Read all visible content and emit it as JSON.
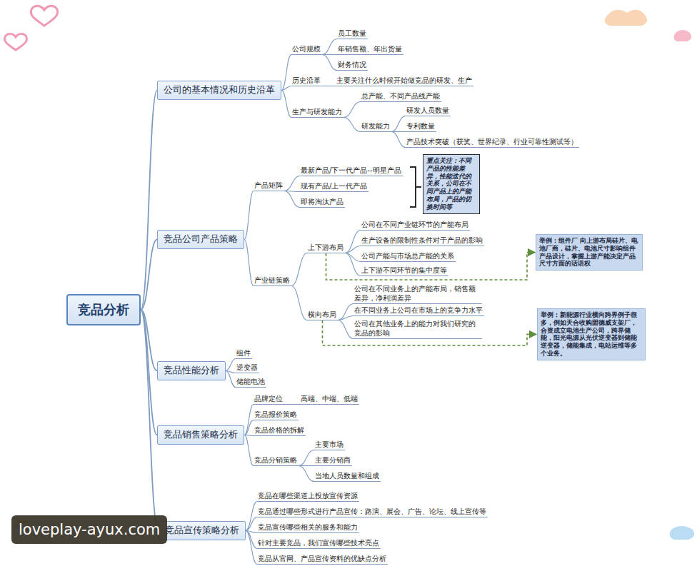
{
  "diagram": {
    "nodes": [
      {
        "text": [
          "竞品分析"
        ]
      },
      {
        "text": [
          "公司的基本情况和历史沿革"
        ]
      },
      {
        "text": [
          "公司规模"
        ]
      },
      {
        "text": [
          "员工数量"
        ]
      },
      {
        "text": [
          "年销售额、年出货量"
        ]
      },
      {
        "text": [
          "财务情况"
        ]
      },
      {
        "text": [
          "历史沿革"
        ]
      },
      {
        "text": [
          "主要关注什么时候开始做竞品的研发、生产"
        ]
      },
      {
        "text": [
          "生产与研发能力"
        ]
      },
      {
        "text": [
          "总产能、不同产品线产能"
        ]
      },
      {
        "text": [
          "研发能力"
        ]
      },
      {
        "text": [
          "研发人员数量"
        ]
      },
      {
        "text": [
          "专利数量"
        ]
      },
      {
        "text": [
          "产品技术突破（获奖、世界纪录、行业可靠性测试等）"
        ]
      },
      {
        "text": [
          "竞品公司产品策略"
        ]
      },
      {
        "text": [
          "产品矩阵"
        ]
      },
      {
        "text": [
          "最新产品/下一代产品--明星产品"
        ]
      },
      {
        "text": [
          "现有产品/上一代产品"
        ]
      },
      {
        "text": [
          "即将淘汰产品"
        ]
      },
      {
        "text": [
          "重点关注：不同产品的性能差异，性能迭代的关系，公司在不同产品上的产能布局，产品的切换时间等"
        ]
      },
      {
        "text": [
          "产业链策略"
        ]
      },
      {
        "text": [
          "上下游布局"
        ]
      },
      {
        "text": [
          "公司在不同产业链环节的产能布局"
        ]
      },
      {
        "text": [
          "生产设备的限制性条件对于产品的影响"
        ]
      },
      {
        "text": [
          "公司产能与市场总产能的关系"
        ]
      },
      {
        "text": [
          "上下游不同环节的集中度等"
        ]
      },
      {
        "text": [
          "举例：组件厂 向上游布局硅片、电池厂商，硅片、电池尺寸影响组件产品设计，掌握上游产能决定产品尺寸方面的话语权"
        ]
      },
      {
        "text": [
          "横向布局"
        ]
      },
      {
        "text": [
          "公司在不同业务上的产能布局，销售额差异，净利润差异"
        ]
      },
      {
        "text": [
          "在不同业务上公司在市场上的竞争力水平"
        ]
      },
      {
        "text": [
          "公司在其他业务上的能力对我们研究的竞品的影响"
        ]
      },
      {
        "text": [
          "举例：新能源行业横向跨界例子很多，例如天合收购固德威支架厂，合资成立电池生产公司，跨界储能，阳光电源从光伏逆变器到储能逆变器，储能集成，电站运维等多个业务。"
        ]
      },
      {
        "text": [
          "竞品性能分析"
        ]
      },
      {
        "text": [
          "组件"
        ]
      },
      {
        "text": [
          "逆变器"
        ]
      },
      {
        "text": [
          "储能电池"
        ]
      },
      {
        "text": [
          "竞品销售策略分析"
        ]
      },
      {
        "text": [
          "品牌定位"
        ]
      },
      {
        "text": [
          "高端、中端、低端"
        ]
      },
      {
        "text": [
          "竞品报价策略"
        ]
      },
      {
        "text": [
          "竞品价格的拆解"
        ]
      },
      {
        "text": [
          "竞品分销策略"
        ]
      },
      {
        "text": [
          "主要市场"
        ]
      },
      {
        "text": [
          "主要分销商"
        ]
      },
      {
        "text": [
          "当地人员数量和组成"
        ]
      },
      {
        "text": [
          "竞品宣传策略分析"
        ]
      },
      {
        "text": [
          "竞品在哪些渠道上投放宣传资源"
        ]
      },
      {
        "text": [
          "竞品通过哪些形式进行产品宣传：路演、展会、广告、论坛、线上宣传等"
        ]
      },
      {
        "text": [
          "竞品宣传哪些相关的服务和能力"
        ]
      },
      {
        "text": [
          "针对主要竞品，我们宣传哪些技术亮点"
        ]
      },
      {
        "text": [
          "竞品从官网、产品宣传资料的优缺点分析"
        ]
      }
    ],
    "edges": [
      {
        "from": 0,
        "to": 1,
        "arrow": "none"
      },
      {
        "from": 0,
        "to": 14,
        "arrow": "none"
      },
      {
        "from": 0,
        "to": 32,
        "arrow": "none"
      },
      {
        "from": 0,
        "to": 36,
        "arrow": "none"
      },
      {
        "from": 0,
        "to": 45,
        "arrow": "none"
      },
      {
        "from": 1,
        "to": 2,
        "arrow": "none"
      },
      {
        "from": 1,
        "to": 6,
        "arrow": "none"
      },
      {
        "from": 1,
        "to": 8,
        "arrow": "none"
      },
      {
        "from": 2,
        "to": 3,
        "arrow": "none"
      },
      {
        "from": 2,
        "to": 4,
        "arrow": "none"
      },
      {
        "from": 2,
        "to": 5,
        "arrow": "none"
      },
      {
        "from": 6,
        "to": 7,
        "arrow": "none"
      },
      {
        "from": 8,
        "to": 9,
        "arrow": "none"
      },
      {
        "from": 8,
        "to": 10,
        "arrow": "none"
      },
      {
        "from": 10,
        "to": 11,
        "arrow": "none"
      },
      {
        "from": 10,
        "to": 12,
        "arrow": "none"
      },
      {
        "from": 10,
        "to": 13,
        "arrow": "none"
      },
      {
        "from": 14,
        "to": 15,
        "arrow": "none"
      },
      {
        "from": 14,
        "to": 20,
        "arrow": "none"
      },
      {
        "from": 15,
        "to": 16,
        "arrow": "none"
      },
      {
        "from": 15,
        "to": 17,
        "arrow": "none"
      },
      {
        "from": 15,
        "to": 18,
        "arrow": "none"
      },
      {
        "from": 20,
        "to": 21,
        "arrow": "none"
      },
      {
        "from": 20,
        "to": 27,
        "arrow": "none"
      },
      {
        "from": 21,
        "to": 22,
        "arrow": "none"
      },
      {
        "from": 21,
        "to": 23,
        "arrow": "none"
      },
      {
        "from": 21,
        "to": 24,
        "arrow": "none"
      },
      {
        "from": 21,
        "to": 25,
        "arrow": "none"
      },
      {
        "from": 21,
        "to": 26,
        "arrow": "to"
      },
      {
        "from": 27,
        "to": 28,
        "arrow": "none"
      },
      {
        "from": 27,
        "to": 29,
        "arrow": "none"
      },
      {
        "from": 27,
        "to": 30,
        "arrow": "none"
      },
      {
        "from": 27,
        "to": 31,
        "arrow": "to"
      },
      {
        "from": 32,
        "to": 33,
        "arrow": "none"
      },
      {
        "from": 32,
        "to": 34,
        "arrow": "none"
      },
      {
        "from": 32,
        "to": 35,
        "arrow": "none"
      },
      {
        "from": 36,
        "to": 37,
        "arrow": "none"
      },
      {
        "from": 36,
        "to": 39,
        "arrow": "none"
      },
      {
        "from": 36,
        "to": 40,
        "arrow": "none"
      },
      {
        "from": 36,
        "to": 41,
        "arrow": "none"
      },
      {
        "from": 37,
        "to": 38,
        "arrow": "none"
      },
      {
        "from": 41,
        "to": 42,
        "arrow": "none"
      },
      {
        "from": 41,
        "to": 43,
        "arrow": "none"
      },
      {
        "from": 41,
        "to": 44,
        "arrow": "none"
      },
      {
        "from": 45,
        "to": 46,
        "arrow": "none"
      },
      {
        "from": 45,
        "to": 47,
        "arrow": "none"
      },
      {
        "from": 45,
        "to": 48,
        "arrow": "none"
      },
      {
        "from": 45,
        "to": 49,
        "arrow": "none"
      },
      {
        "from": 45,
        "to": 50,
        "arrow": "none"
      }
    ],
    "labels": [
      "loveplay-ayux.com"
    ]
  }
}
